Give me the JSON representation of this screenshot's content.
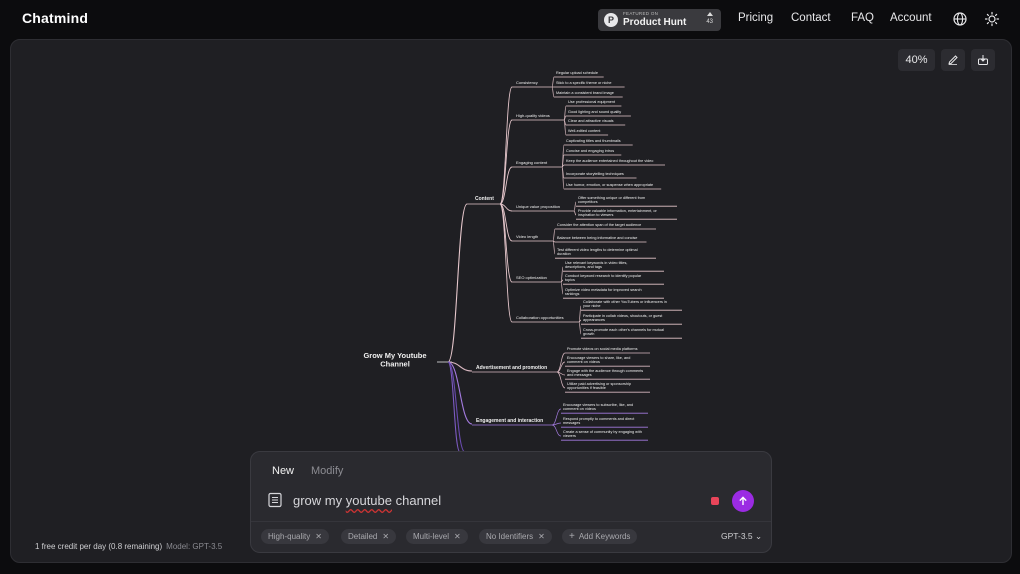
{
  "header": {
    "logo": "Chatmind",
    "product_hunt": {
      "small": "FEATURED ON",
      "big": "Product Hunt",
      "votes": "43"
    },
    "nav": [
      "Pricing",
      "Contact",
      "FAQ",
      "Account"
    ]
  },
  "canvas": {
    "zoom": "40%",
    "root": "Grow My Youtube Channel",
    "branches": [
      {
        "label": "Content",
        "children": [
          {
            "label": "Consistency",
            "leaves": [
              "Regular upload schedule",
              "Stick to a specific theme or niche",
              "Maintain a consistent brand image"
            ]
          },
          {
            "label": "High-quality videos",
            "leaves": [
              "Use professional equipment",
              "Good lighting and sound quality",
              "Clear and attractive visuals",
              "Well-edited content"
            ]
          },
          {
            "label": "Engaging content",
            "leaves": [
              "Captivating titles and thumbnails",
              "Concise and engaging intros",
              "Keep the audience entertained throughout the video",
              "Incorporate storytelling techniques",
              "Use humor, emotion, or suspense when appropriate"
            ]
          },
          {
            "label": "Unique value proposition",
            "leaves": [
              "Offer something unique or different from competitors",
              "Provide valuable information, entertainment, or inspiration to viewers"
            ]
          },
          {
            "label": "Video length",
            "leaves": [
              "Consider the attention span of the target audience",
              "Balance between being informative and concise",
              "Test different video lengths to determine optimal duration"
            ]
          },
          {
            "label": "SEO optimization",
            "leaves": [
              "Use relevant keywords in video titles, descriptions, and tags",
              "Conduct keyword research to identify popular topics",
              "Optimize video metadata for improved search rankings"
            ]
          },
          {
            "label": "Collaboration opportunities",
            "leaves": [
              "Collaborate with other YouTubers or influencers in your niche",
              "Participate in collab videos, shoutouts, or guest appearances",
              "Cross-promote each other's channels for mutual growth"
            ]
          }
        ]
      },
      {
        "label": "Advertisement and promotion",
        "leaves": [
          "Promote videos on social media platforms",
          "Encourage viewers to share, like, and comment on videos",
          "Engage with the audience through comments and messages",
          "Utilize paid advertising or sponsorship opportunities if feasible"
        ]
      },
      {
        "label": "Engagement and interaction",
        "leaves": [
          "Encourage viewers to subscribe, like, and comment on videos",
          "Respond promptly to comments and direct messages",
          "Create a sense of community by engaging with viewers"
        ]
      }
    ]
  },
  "composer": {
    "tabs": [
      "New",
      "Modify"
    ],
    "prompt_before": "grow my ",
    "prompt_underlined": "youtube",
    "prompt_after": " channel",
    "chips": [
      "High-quality",
      "Detailed",
      "Multi-level",
      "No Identifiers"
    ],
    "add_keywords": "Add Keywords",
    "model": "GPT-3.5"
  },
  "footer": {
    "credits": "1 free credit per day (0.8 remaining)",
    "model": "Model: GPT-3.5"
  }
}
